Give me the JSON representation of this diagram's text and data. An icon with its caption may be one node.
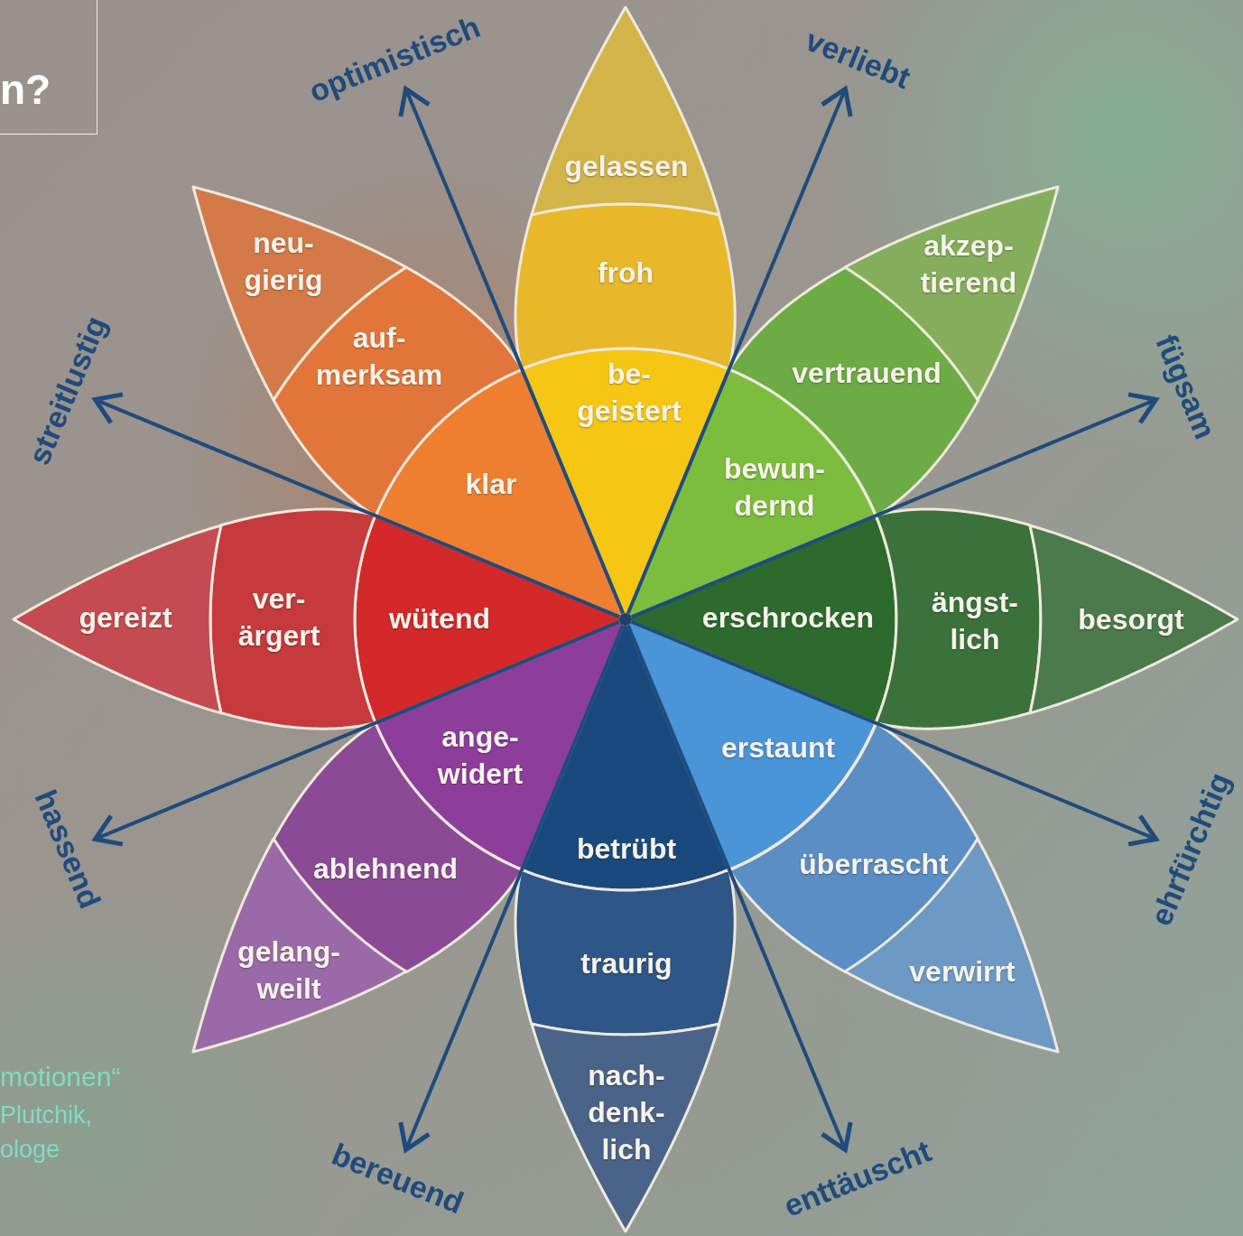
{
  "diagram": {
    "title": "n?",
    "nodes": [
      {
        "text": [
          "be- geistert"
        ]
      },
      {
        "text": [
          "froh"
        ]
      },
      {
        "text": [
          "gelassen"
        ]
      },
      {
        "text": [
          "bewun- dernd"
        ]
      },
      {
        "text": [
          "vertrauend"
        ]
      },
      {
        "text": [
          "akzep- tierend"
        ]
      },
      {
        "text": [
          "erschrocken"
        ]
      },
      {
        "text": [
          "ängst- lich"
        ]
      },
      {
        "text": [
          "besorgt"
        ]
      },
      {
        "text": [
          "erstaunt"
        ]
      },
      {
        "text": [
          "überrascht"
        ]
      },
      {
        "text": [
          "verwirrt"
        ]
      },
      {
        "text": [
          "betrübt"
        ]
      },
      {
        "text": [
          "traurig"
        ]
      },
      {
        "text": [
          "nach- denk- lich"
        ]
      },
      {
        "text": [
          "ange- widert"
        ]
      },
      {
        "text": [
          "ablehnend"
        ]
      },
      {
        "text": [
          "gelang- weilt"
        ]
      },
      {
        "text": [
          "wütend"
        ]
      },
      {
        "text": [
          "ver- ärgert"
        ]
      },
      {
        "text": [
          "gereizt"
        ]
      },
      {
        "text": [
          "klar"
        ]
      },
      {
        "text": [
          "auf- merksam"
        ]
      },
      {
        "text": [
          "neu- gierig"
        ]
      },
      {
        "text": [
          "optimistisch"
        ]
      },
      {
        "text": [
          "verliebt"
        ]
      },
      {
        "text": [
          "fügsam"
        ]
      },
      {
        "text": [
          "ehrfürchtig"
        ]
      },
      {
        "text": [
          "enttäuscht"
        ]
      },
      {
        "text": [
          "bereuend"
        ]
      },
      {
        "text": [
          "hassend"
        ]
      },
      {
        "text": [
          "streitlustig"
        ]
      },
      {
        "text": [],
        "shape": "circle"
      }
    ],
    "edges": [
      {
        "from": 32,
        "to": 24,
        "arrow": "to"
      },
      {
        "from": 32,
        "to": 25,
        "arrow": "to"
      },
      {
        "from": 32,
        "to": 26,
        "arrow": "to"
      },
      {
        "from": 32,
        "to": 27,
        "arrow": "to"
      },
      {
        "from": 32,
        "to": 28,
        "arrow": "to"
      },
      {
        "from": 32,
        "to": 29,
        "arrow": "to"
      },
      {
        "from": 32,
        "to": 30,
        "arrow": "to"
      },
      {
        "from": 32,
        "to": 31,
        "arrow": "to"
      }
    ],
    "labels": [
      "motionen“",
      "Plutchik,",
      "ologe"
    ]
  }
}
